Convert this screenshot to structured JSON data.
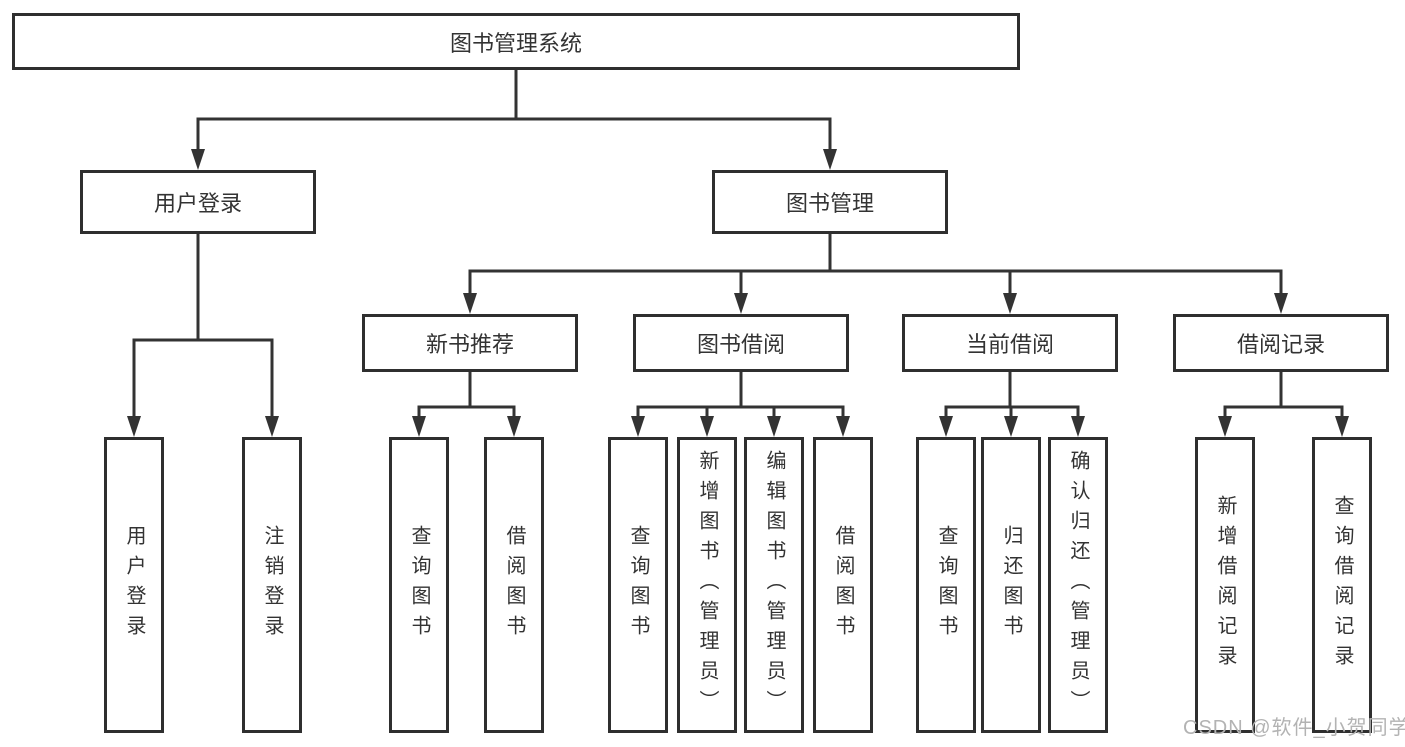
{
  "colors": {
    "line": "#333333",
    "box_border": "#2f2f2f",
    "text": "#333333",
    "background": "#ffffff",
    "watermark": "#b3b3b3"
  },
  "nodes": {
    "root": "图书管理系统",
    "user_login": "用户登录",
    "book_management": "图书管理",
    "new_book_recommend": "新书推荐",
    "book_borrow": "图书借阅",
    "current_borrow": "当前借阅",
    "borrow_records": "借阅记录",
    "leaf_user_login": "用户登录",
    "leaf_logout": "注销登录",
    "leaf_nbr_query_books": "查询图书",
    "leaf_nbr_borrow_books": "借阅图书",
    "leaf_bb_query_books": "查询图书",
    "leaf_bb_add_books": "新增图书（管理员）",
    "leaf_bb_edit_books": "编辑图书（管理员）",
    "leaf_bb_borrow_books": "借阅图书",
    "leaf_cb_query_books": "查询图书",
    "leaf_cb_return_books": "归还图书",
    "leaf_cb_confirm_return": "确认归还（管理员）",
    "leaf_br_add_record": "新增借阅记录",
    "leaf_br_query_record": "查询借阅记录"
  },
  "watermark": "CSDN @软件_小贺同学"
}
